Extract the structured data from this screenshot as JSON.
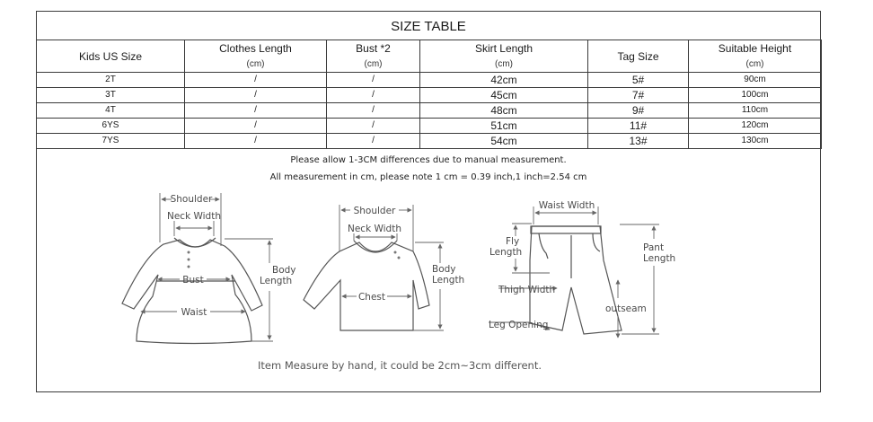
{
  "title": "SIZE TABLE",
  "table": {
    "headers": [
      {
        "label": "Kids US Size",
        "unit": ""
      },
      {
        "label": "Clothes Length",
        "unit": "(cm)"
      },
      {
        "label": "Bust *2",
        "unit": "(cm)"
      },
      {
        "label": "Skirt Length",
        "unit": "(cm)"
      },
      {
        "label": "Tag Size",
        "unit": ""
      },
      {
        "label": "Suitable Height",
        "unit": "(cm)"
      }
    ],
    "rows": [
      [
        "2T",
        "/",
        "/",
        "42cm",
        "5#",
        "90cm"
      ],
      [
        "3T",
        "/",
        "/",
        "45cm",
        "7#",
        "100cm"
      ],
      [
        "4T",
        "/",
        "/",
        "48cm",
        "9#",
        "110cm"
      ],
      [
        "6YS",
        "/",
        "/",
        "51cm",
        "11#",
        "120cm"
      ],
      [
        "7YS",
        "/",
        "/",
        "54cm",
        "13#",
        "130cm"
      ]
    ]
  },
  "notes": {
    "line1": "Please allow 1-3CM differences due to manual measurement.",
    "line2": "All measurement in cm, please note 1 cm = 0.39 inch,1 inch=2.54 cm",
    "footer": "Item Measure by hand, it could be 2cm~3cm different."
  },
  "diagrams": {
    "dress": {
      "shoulder": "Shoulder",
      "neck_width": "Neck Width",
      "bust": "Bust",
      "waist": "Waist",
      "body_length_1": "Body",
      "body_length_2": "Length"
    },
    "shirt": {
      "shoulder": "Shoulder",
      "neck_width": "Neck Width",
      "chest": "Chest",
      "body_length_1": "Body",
      "body_length_2": "Length"
    },
    "pants": {
      "waist_width": "Waist Width",
      "fly_1": "Fly",
      "fly_2": "Length",
      "pant_length_1": "Pant",
      "pant_length_2": "Length",
      "thigh_width": "Thigh Width",
      "outseam": "outseam",
      "leg_opening": "Leg Opening"
    }
  }
}
